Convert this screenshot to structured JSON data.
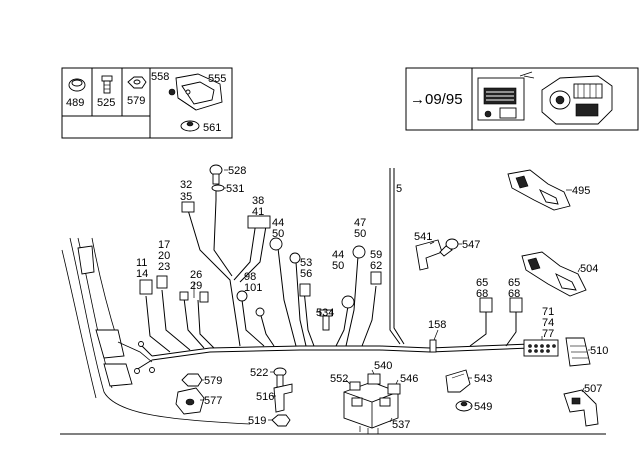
{
  "inset_parts": {
    "p489": "489",
    "p525": "525",
    "p579": "579",
    "p558": "558",
    "p555": "555",
    "p561": "561"
  },
  "inset_date": {
    "arrow": "→",
    "date": "09/95"
  },
  "callouts": {
    "c528": "528",
    "c531": "531",
    "c32": "32",
    "c35": "35",
    "c5": "5",
    "c495": "495",
    "c38": "38",
    "c41": "41",
    "c44a": "44",
    "c50a": "50",
    "c47": "47",
    "c50b": "50",
    "c541": "541",
    "c547": "547",
    "c17": "17",
    "c20": "20",
    "c23": "23",
    "c11": "11",
    "c14": "14",
    "c26": "26",
    "c29": "29",
    "c98": "98",
    "c101": "101",
    "c53": "53",
    "c56": "56",
    "c44b": "44",
    "c50c": "50",
    "c59": "59",
    "c62": "62",
    "c504": "504",
    "c65a": "65",
    "c68a": "68",
    "c65b": "65",
    "c68b": "68",
    "c534": "534",
    "c71": "71",
    "c74": "74",
    "c77": "77",
    "c158": "158",
    "c510": "510",
    "c540": "540",
    "c522": "522",
    "c579": "579",
    "c552": "552",
    "c546": "546",
    "c543": "543",
    "c577": "577",
    "c516": "516",
    "c507": "507",
    "c549": "549",
    "c519": "519",
    "c537": "537"
  }
}
